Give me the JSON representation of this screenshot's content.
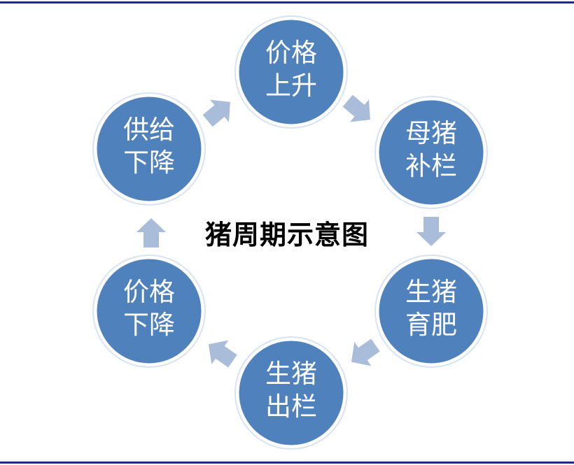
{
  "title": "猪周期示意图",
  "colors": {
    "node_fill": "#4f81bd",
    "arrow_fill": "#a9bcd9",
    "rule": "#1f2d7a"
  },
  "cycle": [
    {
      "line1": "价格",
      "line2": "上升"
    },
    {
      "line1": "母猪",
      "line2": "补栏"
    },
    {
      "line1": "生猪",
      "line2": "育肥"
    },
    {
      "line1": "生猪",
      "line2": "出栏"
    },
    {
      "line1": "价格",
      "line2": "下降"
    },
    {
      "line1": "供给",
      "line2": "下降"
    }
  ]
}
